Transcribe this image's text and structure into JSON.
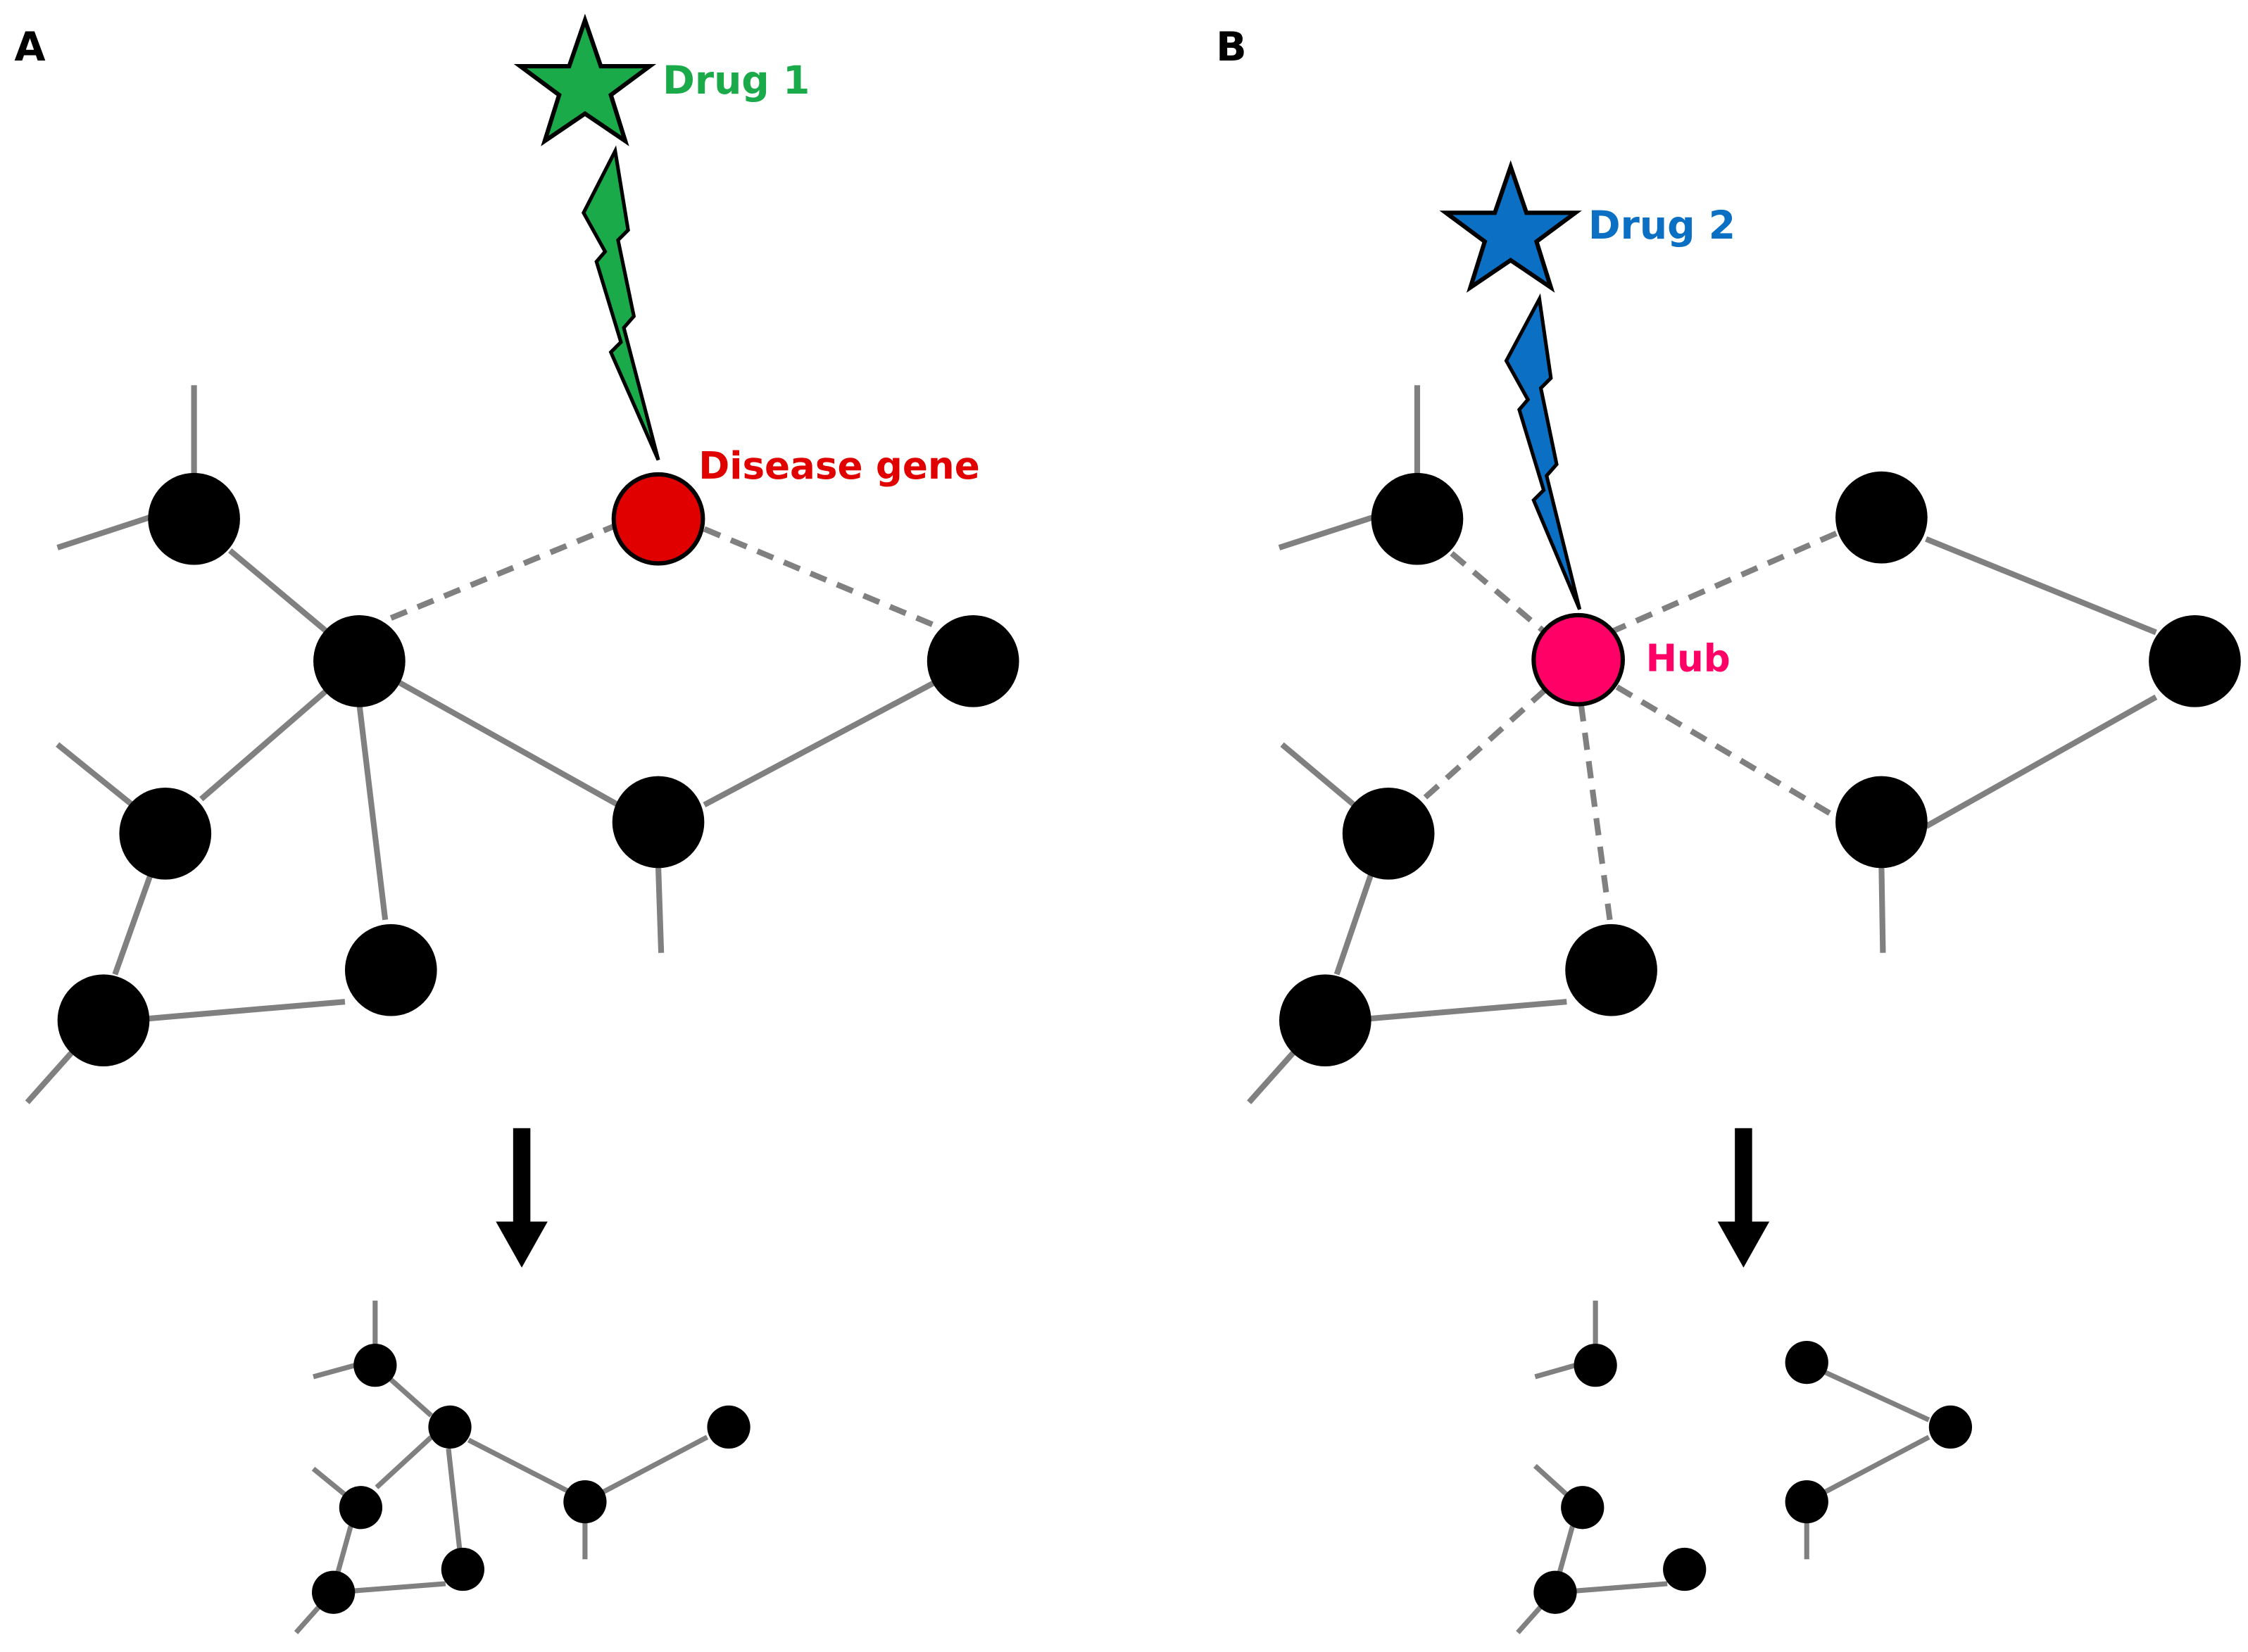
{
  "panel_a": {
    "label": "A",
    "drug_label": "Drug 1",
    "target_label": "Disease gene"
  },
  "panel_b": {
    "label": "B",
    "drug_label": "Drug 2",
    "target_label": "Hub"
  },
  "colors": {
    "drug1": "#1aaa4a",
    "drug2": "#0b6fc4",
    "disease_gene": "#e00000",
    "hub": "#ff0066",
    "node": "#000000",
    "edge": "#808080",
    "arrow": "#000000"
  }
}
